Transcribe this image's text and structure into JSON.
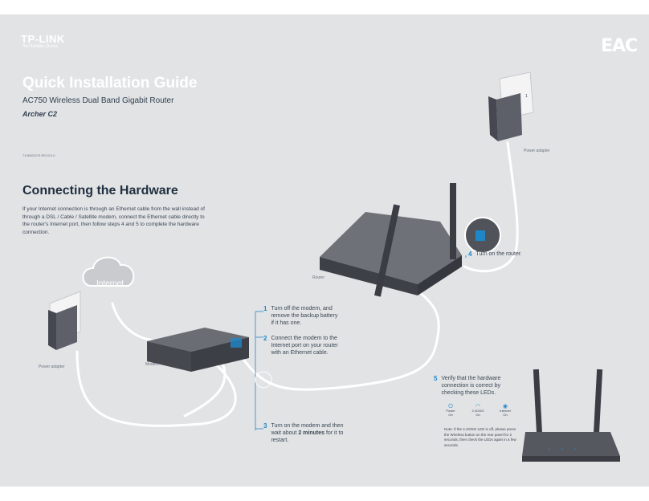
{
  "brand": {
    "name": "TP-LINK",
    "tagline": "The Reliable Choice"
  },
  "certification_mark": "EAC",
  "guide": {
    "title": "Quick Installation Guide",
    "subtitle": "AC750 Wireless Dual Band Gigabit Router",
    "model": "Archer C2",
    "part_number": "7106505275   REV3.0.0"
  },
  "section": {
    "title": "Connecting the Hardware",
    "intro": "If your Internet connection is through an Ethernet cable from the wall instead of through a DSL / Cable / Satellite modem, connect the Ethernet cable directly to the router's Internet port, then follow steps 4 and 5 to complete the hardware connection."
  },
  "labels": {
    "internet": "Internet",
    "modem": "Modem",
    "router": "Router",
    "power_adapter_left": "Power adapter",
    "power_adapter_right": "Power adapter",
    "plug_marker": "1"
  },
  "steps": [
    {
      "number": "1",
      "text": "Turn off the modem, and remove the backup battery if it has one."
    },
    {
      "number": "2",
      "text": "Connect the modem to the Internet port on your router with an Ethernet cable."
    },
    {
      "number": "3",
      "text_before": "Turn on the modem and then wait about ",
      "text_bold": "2 minutes",
      "text_after": " for it to restart."
    },
    {
      "number": "4",
      "text": "Turn on the router."
    },
    {
      "number": "5",
      "text": "Verify that the hardware connection is correct by checking these LEDs."
    }
  ],
  "leds": [
    {
      "icon": "power-icon",
      "glyph": "⏻",
      "name": "Power",
      "state": "On"
    },
    {
      "icon": "wifi-icon",
      "glyph": "◠",
      "name": "2.4G/5G",
      "state": "On"
    },
    {
      "icon": "internet-icon",
      "glyph": "◉",
      "name": "Internet",
      "state": "On"
    }
  ],
  "note": "Note: If the 2.4G/5G LED is off, please press the Wireless button on the rear panel for 2 seconds, then check the LEDs again in a few seconds.",
  "colors": {
    "background": "#e2e3e5",
    "accent": "#1f87c7",
    "device": "#55585f",
    "cable": "#ffffff"
  }
}
